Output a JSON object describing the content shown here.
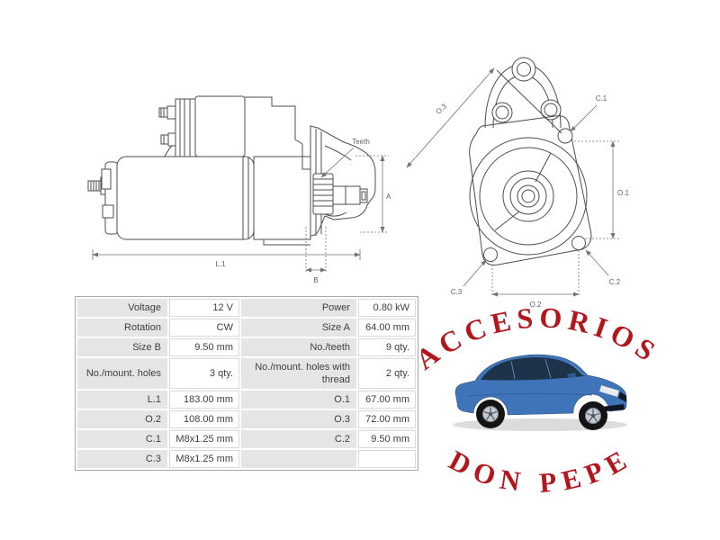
{
  "diagrams": {
    "side_view": {
      "labels": {
        "teeth": "Teeth",
        "size_a": "A",
        "length_l1": "L.1",
        "size_b": "B"
      }
    },
    "front_view": {
      "labels": {
        "o3": "O.3",
        "c1": "C.1",
        "o1": "O.1",
        "c2": "C.2",
        "c3": "C.3",
        "o2": "O.2"
      }
    }
  },
  "spec_table": {
    "rows": [
      {
        "label_left": "Voltage",
        "value_left": "12 V",
        "label_right": "Power",
        "value_right": "0.80 kW"
      },
      {
        "label_left": "Rotation",
        "value_left": "CW",
        "label_right": "Size A",
        "value_right": "64.00 mm"
      },
      {
        "label_left": "Size B",
        "value_left": "9.50 mm",
        "label_right": "No./teeth",
        "value_right": "9 qty."
      },
      {
        "label_left": "No./mount. holes",
        "value_left": "3 qty.",
        "label_right": "No./mount. holes with thread",
        "value_right": "2 qty."
      },
      {
        "label_left": "L.1",
        "value_left": "183.00 mm",
        "label_right": "O.1",
        "value_right": "67.00 mm"
      },
      {
        "label_left": "O.2",
        "value_left": "108.00 mm",
        "label_right": "O.3",
        "value_right": "72.00 mm"
      },
      {
        "label_left": "C.1",
        "value_left": "M8x1.25 mm",
        "label_right": "C.2",
        "value_right": "9.50 mm"
      },
      {
        "label_left": "C.3",
        "value_left": "M8x1.25 mm",
        "label_right": "",
        "value_right": ""
      }
    ]
  },
  "logo": {
    "top_text": "ACCESORIOS",
    "bottom_text": "DON PEPE"
  },
  "colors": {
    "logo_red": "#b3171e",
    "car_blue": "#3f74b8",
    "car_glass": "#1d3349",
    "line_gray": "#4d4d4d",
    "dim_gray": "#737373",
    "table_label_bg": "#e5e5e5",
    "table_text": "#3e3e3e"
  }
}
